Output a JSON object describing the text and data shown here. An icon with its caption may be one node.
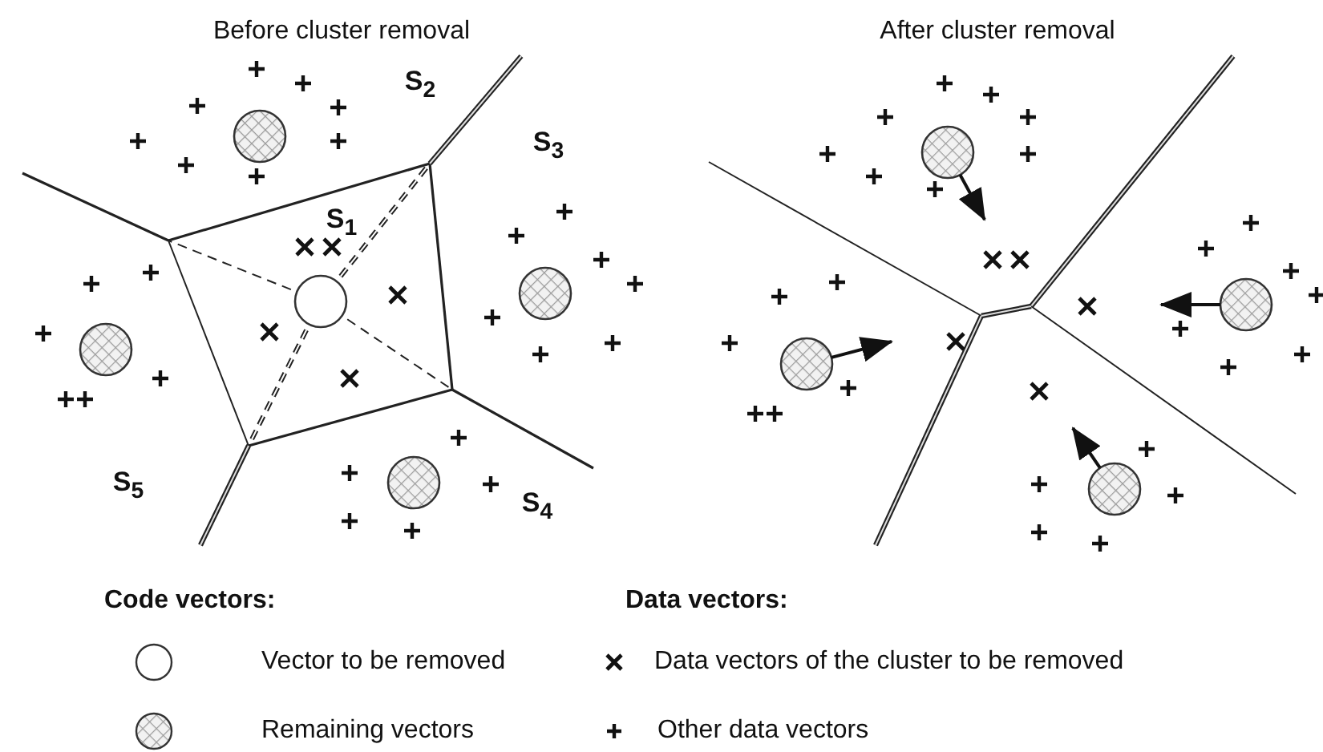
{
  "diagram": {
    "nodes": [
      {
        "text": [],
        "shape": "circle"
      },
      {
        "text": [],
        "shape": "circle"
      },
      {
        "text": [],
        "shape": "circle"
      },
      {
        "text": [],
        "shape": "circle"
      },
      {
        "text": [],
        "shape": "circle"
      },
      {
        "text": [],
        "shape": "circle"
      },
      {
        "text": [],
        "shape": "circle"
      },
      {
        "text": [],
        "shape": "circle"
      },
      {
        "text": [],
        "shape": "circle"
      }
    ],
    "edges": [
      {
        "from": 5,
        "to": null,
        "arrow": "to"
      },
      {
        "from": 6,
        "to": null,
        "arrow": "to"
      },
      {
        "from": 7,
        "to": null,
        "arrow": "to"
      },
      {
        "from": 8,
        "to": null,
        "arrow": "to"
      }
    ],
    "labels": [
      "Before cluster removal",
      "After cluster removal",
      "S$_{2}$",
      "S$_{3}$",
      "S$_{1}$",
      "S$_{5}$",
      "S$_{4}$",
      "Code vectors:",
      "Data vectors:"
    ],
    "legend": [
      {
        "text": "Vector to be removed"
      },
      {
        "text": "Remaining vectors"
      },
      {
        "text": "Data vectors of the cluster to be removed"
      },
      {
        "text": "Other data vectors"
      }
    ]
  }
}
